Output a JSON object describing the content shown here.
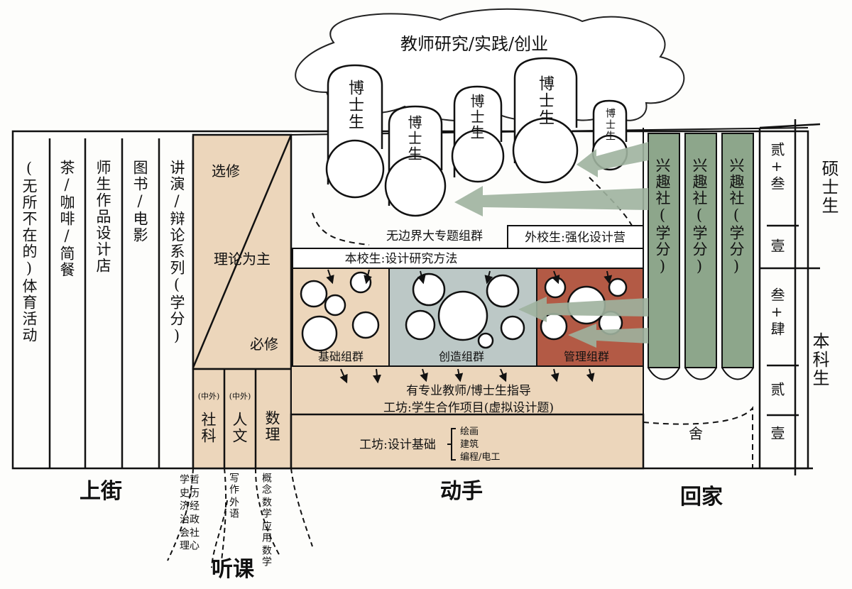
{
  "cloud_title": "教师研究/实践/创业",
  "phd_label": "博士生",
  "left_columns": [
    "(无所不在的)体育活动",
    "茶/咖啡/简餐",
    "师生作品设计店",
    "图书/电影",
    "讲演/辩论系列(学分)"
  ],
  "theory": {
    "elective": "选修",
    "main": "理论为主",
    "required": "必修"
  },
  "topic_group": "无边界大专题组群",
  "own_school": "本校生:设计研究方法",
  "other_school": "外校生:强化设计营",
  "groups": [
    "基础组群",
    "创造组群",
    "管理组群"
  ],
  "guidance": "有专业教师/博士生指导",
  "workshop_project": "工坊:学生合作项目(虚拟设计题)",
  "workshop_basic": "工坊:设计基础",
  "workshop_items": [
    "绘画",
    "建筑",
    "编程/电工"
  ],
  "interest_club": "兴趣社(学分)",
  "dorm": "舍",
  "lecture_subjects": [
    {
      "note": "(中外)",
      "name": "社科"
    },
    {
      "note": "(中外)",
      "name": "人文"
    },
    {
      "note": "",
      "name": "数理"
    }
  ],
  "roots": {
    "social": [
      "哲学",
      "历史",
      "经济",
      "政治",
      "社会",
      "心理"
    ],
    "humanities": [
      "写作",
      "外语"
    ],
    "math": [
      "概念",
      "数学",
      "应用",
      "数学"
    ]
  },
  "bottom_labels": {
    "street": "上街",
    "hands": "动手",
    "home": "回家",
    "listen": "听课"
  },
  "year_marks": [
    "贰+叁",
    "壹",
    "叁+肆",
    "贰",
    "壹"
  ],
  "side_labels": {
    "master": "硕士生",
    "bachelor": "本科生"
  },
  "colors": {
    "tan": "#ecd6bb",
    "blue_gray": "#bcc8c6",
    "rust": "#b35a45",
    "club_green": "#8da68b",
    "arrow_green": "#9fb29e"
  }
}
